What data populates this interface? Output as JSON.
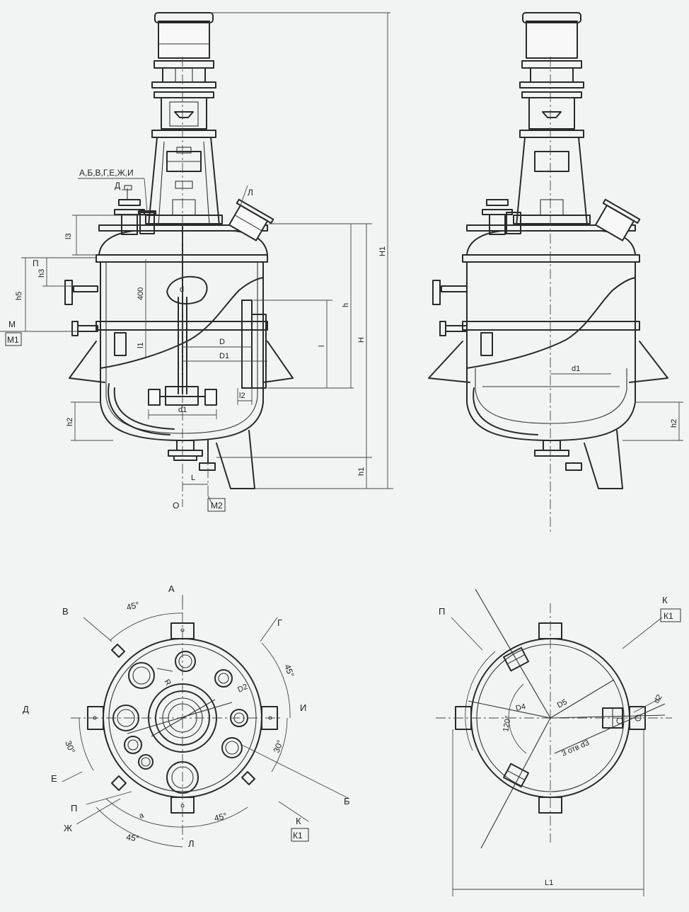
{
  "labels": {
    "nozzles_list": "А,Б,В,Г,Е,Ж,И",
    "D_cyr": "Д",
    "L_cyr": "Л",
    "P_cyr": "П",
    "M": "М",
    "M1": "М1",
    "M2": "М2",
    "O": "О",
    "A": "А",
    "B_cyr": "Б",
    "V_cyr": "В",
    "G_cyr": "Г",
    "E_cyr": "Е",
    "ZH_cyr": "Ж",
    "I_cyr": "И",
    "K": "К",
    "K1": "К1",
    "K_right": "К",
    "K1_right": "К1",
    "P_right": "П"
  },
  "dimensions": {
    "l3": "l3",
    "h3": "h3",
    "h5": "h5",
    "d400": "400",
    "d": "d",
    "l1": "l1",
    "D": "D",
    "D1": "D1",
    "l": "l",
    "l2": "l2",
    "h": "h",
    "H": "H",
    "H1": "H1",
    "h2": "h2",
    "h1": "h1",
    "d1": "d1",
    "L": "L",
    "d1_right": "d1",
    "h2_right": "h2",
    "R": "R",
    "D2": "D2",
    "a": "a",
    "D4": "D4",
    "D5": "D5",
    "d2": "d2",
    "holes": "3 отв d3",
    "L1": "L1"
  },
  "angles": {
    "a45_top": "45°",
    "a45_right": "45°",
    "a30_left": "30°",
    "a30_right": "30°",
    "a45_lower": "45°",
    "a45_bottom": "45°",
    "a120": "120°"
  }
}
